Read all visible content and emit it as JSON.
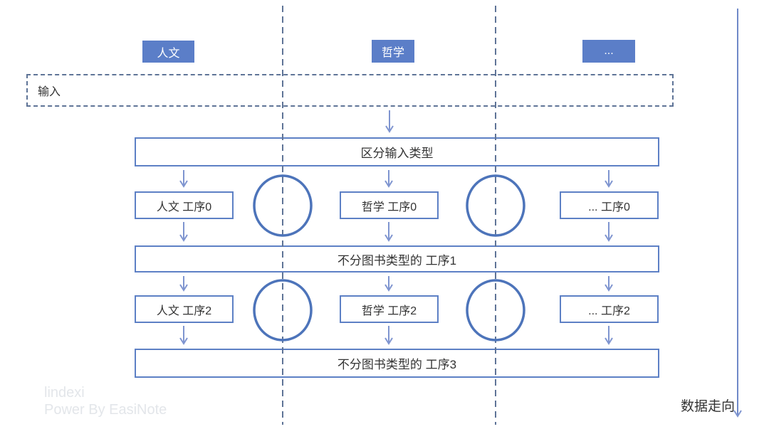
{
  "colors": {
    "bg": "#ffffff",
    "accent": "#5b7ec8",
    "box_border": "#5d80c5",
    "circle_stroke": "#4d74ba",
    "arrow": "#7f95d0",
    "flow_line": "#6f89c8",
    "dash": "#5f7497",
    "text": "#333333",
    "watermark": "#e3e6ea"
  },
  "columns": [
    {
      "label": "人文"
    },
    {
      "label": "哲学"
    },
    {
      "label": "..."
    }
  ],
  "input_box": {
    "label": "输入"
  },
  "bars": {
    "classify": "区分输入类型",
    "stage1": "不分图书类型的 工序1",
    "stage3": "不分图书类型的 工序3"
  },
  "process": {
    "row0": [
      "人文 工序0",
      "哲学 工序0",
      "... 工序0"
    ],
    "row2": [
      "人文 工序2",
      "哲学 工序2",
      "... 工序2"
    ]
  },
  "flow": {
    "label": "数据走向"
  },
  "watermark": {
    "line1": "lindexi",
    "line2": "Power By EasiNote"
  }
}
